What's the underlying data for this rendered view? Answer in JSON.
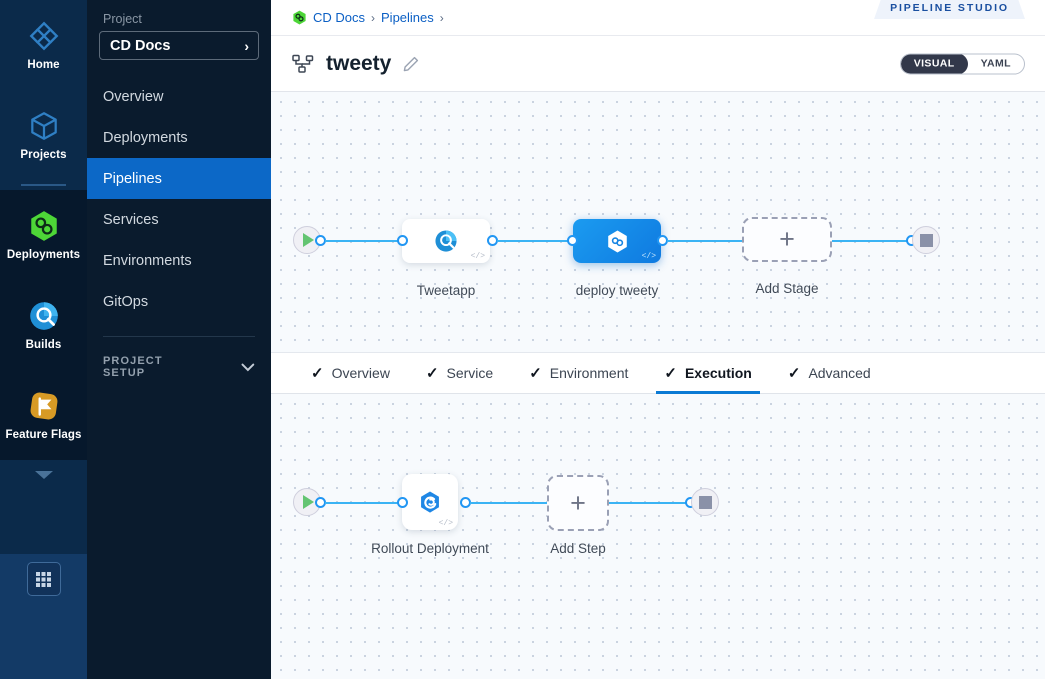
{
  "rail": {
    "items": [
      {
        "label": "Home",
        "icon": "home-diamond-icon"
      },
      {
        "label": "Projects",
        "icon": "cube-icon"
      },
      {
        "label": "Deployments",
        "icon": "deployments-hexagon-icon"
      },
      {
        "label": "Builds",
        "icon": "builds-magnifier-icon"
      },
      {
        "label": "Feature Flags",
        "icon": "feature-flag-icon"
      }
    ],
    "more_icon": "chevron-down-icon",
    "grid_icon": "grid-apps-icon"
  },
  "sidebar": {
    "project_label": "Project",
    "project_name": "CD Docs",
    "project_chevron": "›",
    "items": [
      {
        "label": "Overview",
        "active": false
      },
      {
        "label": "Deployments",
        "active": false
      },
      {
        "label": "Pipelines",
        "active": true
      },
      {
        "label": "Services",
        "active": false
      },
      {
        "label": "Environments",
        "active": false
      },
      {
        "label": "GitOps",
        "active": false
      }
    ],
    "setup_label": "PROJECT SETUP",
    "setup_icon": "chevron-down-icon"
  },
  "header": {
    "breadcrumb": [
      {
        "label": "CD Docs",
        "icon": "cd-hexagon-icon"
      },
      {
        "label": "Pipelines",
        "icon": ""
      }
    ],
    "breadcrumb_separator": "›",
    "studio_badge": "PIPELINE STUDIO",
    "pipeline_icon": "pipeline-nodes-icon",
    "pipeline_name": "tweety",
    "edit_icon": "pencil-icon",
    "toggle": {
      "visual": "VISUAL",
      "yaml": "YAML",
      "selected": "VISUAL"
    }
  },
  "stage_canvas": {
    "start_icon": "play-icon",
    "end_icon": "stop-icon",
    "nodes": [
      {
        "name": "Tweetapp",
        "type": "build",
        "icon": "builds-magnifier-icon",
        "selected": false,
        "code_tag": "</>"
      },
      {
        "name": "deploy tweety",
        "type": "deploy",
        "icon": "deploy-hexagon-icon",
        "selected": true,
        "code_tag": "</>"
      }
    ],
    "add_stage_label": "Add Stage",
    "add_stage_icon": "plus-icon"
  },
  "tabs": {
    "check_icon": "check-icon",
    "items": [
      {
        "label": "Overview",
        "selected": false,
        "checked": true
      },
      {
        "label": "Service",
        "selected": false,
        "checked": true
      },
      {
        "label": "Environment",
        "selected": false,
        "checked": true
      },
      {
        "label": "Execution",
        "selected": true,
        "checked": true
      },
      {
        "label": "Advanced",
        "selected": false,
        "checked": true
      }
    ]
  },
  "step_canvas": {
    "start_icon": "play-icon",
    "end_icon": "stop-icon",
    "steps": [
      {
        "name": "Rollout Deployment",
        "icon": "rollout-hexagon-icon",
        "code_tag": "</>"
      }
    ],
    "add_step_label": "Add Step",
    "add_step_icon": "plus-icon"
  },
  "colors": {
    "accent_blue": "#0c68c7",
    "edge_blue": "#3ab3f4",
    "rail_bg": "#0b2a4a",
    "sidebar_bg": "#0a1b2d",
    "selected_node": "#1080e8",
    "canvas_bg": "#f7fafd",
    "play_green": "#63c471"
  }
}
